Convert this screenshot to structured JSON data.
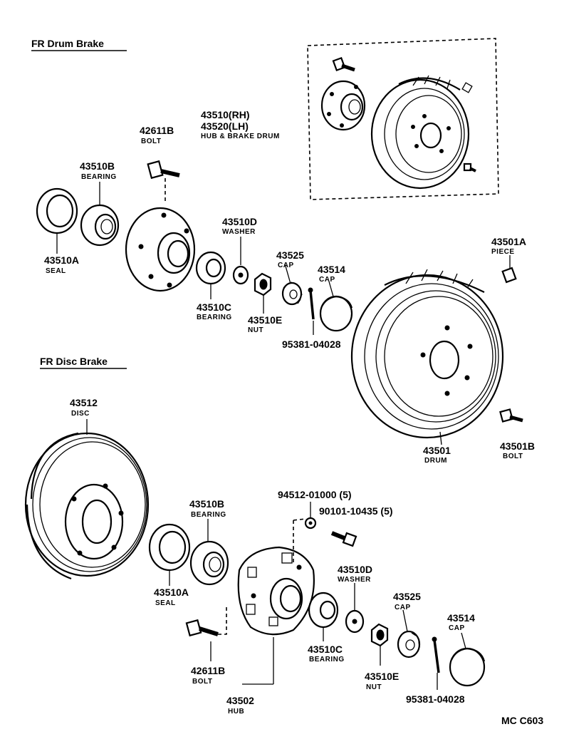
{
  "sections": {
    "drum_title": "FR  Drum Brake",
    "disc_title": "FR  Disc Brake"
  },
  "labels": {
    "drum_assembly_rh": "43510(RH)",
    "drum_assembly_lh": "43520(LH)",
    "drum_assembly_caption": "HUB & BRAKE DRUM",
    "bolt_top_num": "42611B",
    "bolt_top_caption": "BOLT",
    "bearing_outer_top_num": "43510B",
    "bearing_outer_top_caption": "BEARING",
    "seal_top_num": "43510A",
    "seal_top_caption": "SEAL",
    "washer_top_num": "43510D",
    "washer_top_caption": "WASHER",
    "bearing_inner_top_num": "43510C",
    "bearing_inner_top_caption": "BEARING",
    "nut_top_num": "43510E",
    "nut_top_caption": "NUT",
    "cap_lock_top_num": "43525",
    "cap_lock_top_caption": "CAP",
    "cap_top_num": "43514",
    "cap_top_caption": "CAP",
    "pin_top_num": "95381-04028",
    "piece_num": "43501A",
    "piece_caption": "PIECE",
    "drum_num": "43501",
    "drum_caption": "DRUM",
    "drum_bolt_num": "43501B",
    "drum_bolt_caption": "BOLT",
    "disc_num": "43512",
    "disc_caption": "DISC",
    "bearing_outer_bot_num": "43510B",
    "bearing_outer_bot_caption": "BEARING",
    "seal_bot_num": "43510A",
    "seal_bot_caption": "SEAL",
    "washer_small_num": "94512-01000 (5)",
    "bolt_small_num": "90101-10435 (5)",
    "washer_bot_num": "43510D",
    "washer_bot_caption": "WASHER",
    "cap_lock_bot_num": "43525",
    "cap_lock_bot_caption": "CAP",
    "cap_bot_num": "43514",
    "cap_bot_caption": "CAP",
    "bearing_inner_bot_num": "43510C",
    "bearing_inner_bot_caption": "BEARING",
    "nut_bot_num": "43510E",
    "nut_bot_caption": "NUT",
    "pin_bot_num": "95381-04028",
    "bolt_bot_num": "42611B",
    "bolt_bot_caption": "BOLT",
    "hub_num": "43502",
    "hub_caption": "HUB",
    "figure_code": "MC  C603"
  }
}
